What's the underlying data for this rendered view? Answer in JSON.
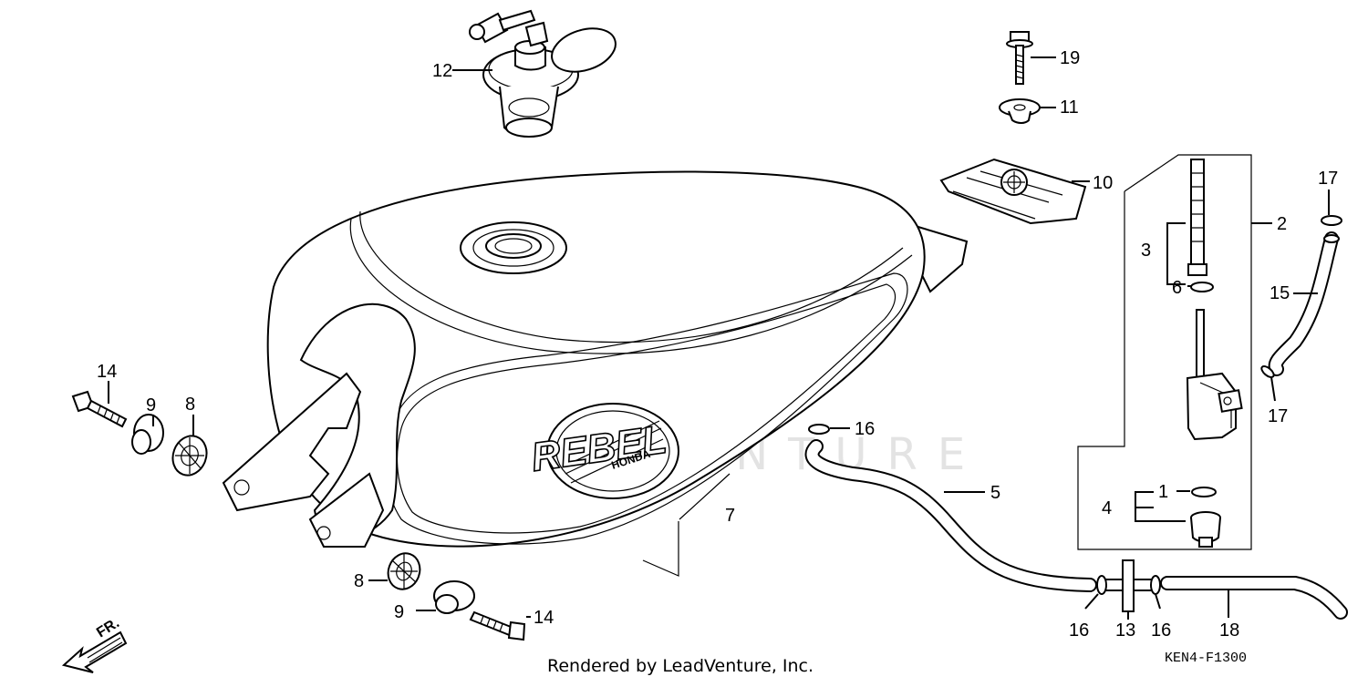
{
  "watermark": {
    "text": "LEADVENTURE"
  },
  "footer": {
    "rendered_by": "Rendered by LeadVenture, Inc.",
    "diagram_code": "KEN4-F1300"
  },
  "front_indicator": {
    "label": "FR."
  },
  "tank_emblem": {
    "brand": "REBEL",
    "sub_brand": "HONDA"
  },
  "callouts": {
    "c1": "1",
    "c2": "2",
    "c3": "3",
    "c4": "4",
    "c5": "5",
    "c6": "6",
    "c7": "7",
    "c8a": "8",
    "c8b": "8",
    "c9a": "9",
    "c9b": "9",
    "c10": "10",
    "c11": "11",
    "c12": "12",
    "c13": "13",
    "c14a": "14",
    "c14b": "14",
    "c15": "15",
    "c16a": "16",
    "c16b": "16",
    "c16c": "16",
    "c17a": "17",
    "c17b": "17",
    "c18": "18",
    "c19": "19"
  }
}
